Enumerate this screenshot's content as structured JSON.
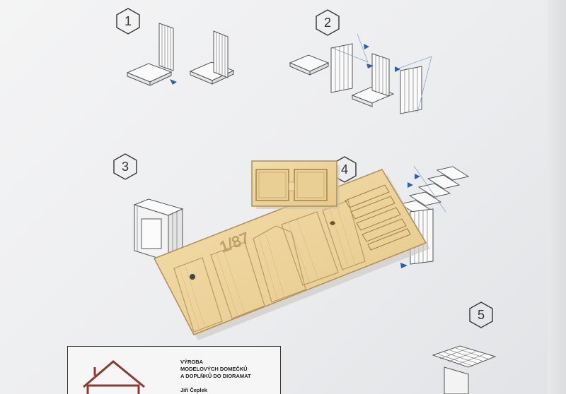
{
  "steps": [
    {
      "label": "1"
    },
    {
      "label": "2"
    },
    {
      "label": "3"
    },
    {
      "label": "4"
    },
    {
      "label": "5"
    }
  ],
  "info_box": {
    "company_lines": [
      "VÝROBA",
      "MODELOVÝCH DOMEČKŮ",
      "A DOPLŇKŮ DO DIORAMAT"
    ],
    "author": "Jiří Čeplek"
  },
  "wood_part": {
    "engraving": "1/87"
  },
  "colors": {
    "paper": "#f1f1f2",
    "wood": "#eed8a0",
    "wood_edge": "#b08f55",
    "line_art": "#555555",
    "arrow": "#2f5fa8"
  }
}
